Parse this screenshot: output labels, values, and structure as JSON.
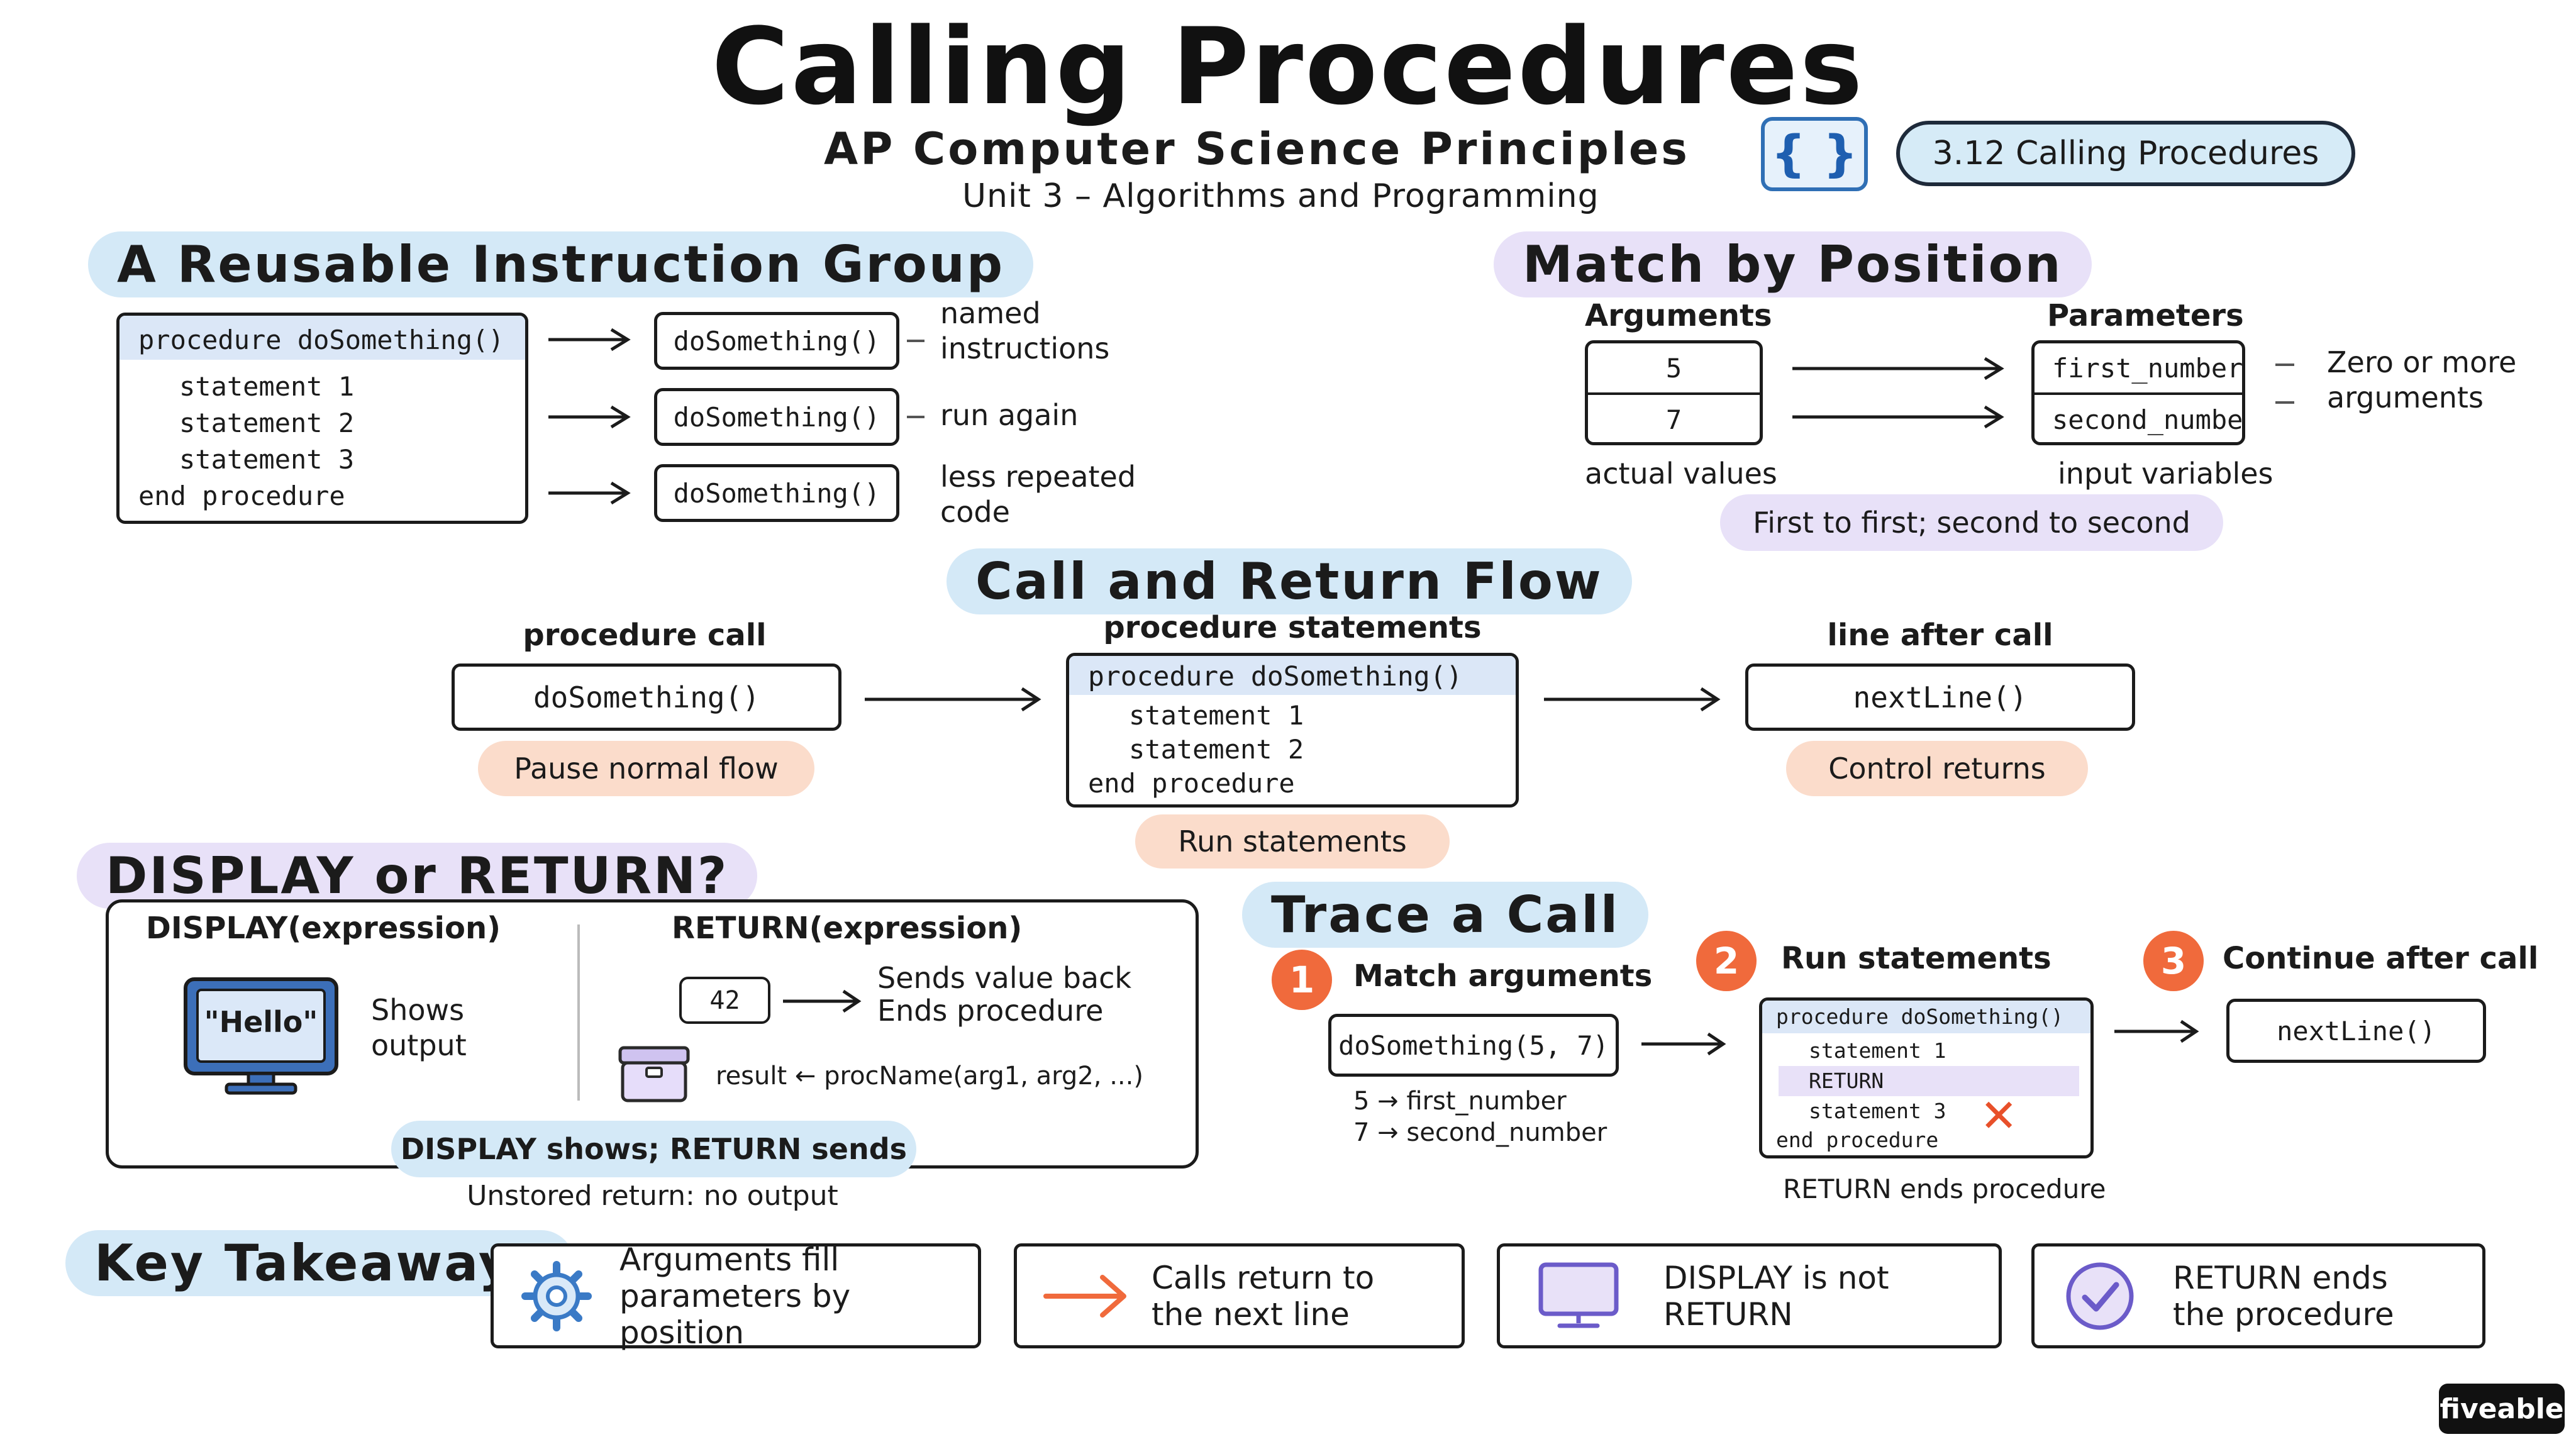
{
  "header": {
    "title": "Calling Procedures",
    "subtitle": "AP Computer Science Principles",
    "unit": "Unit 3 – Algorithms and Programming",
    "braces": "{ }",
    "topic_pill": "3.12 Calling Procedures"
  },
  "reusable": {
    "heading": "A Reusable Instruction Group",
    "proc_header": "procedure doSomething()",
    "statements": [
      "statement 1",
      "statement 2",
      "statement 3"
    ],
    "proc_end": "end procedure",
    "calls": [
      "doSomething()",
      "doSomething()",
      "doSomething()"
    ],
    "notes": [
      "named instructions",
      "run again",
      "less repeated code"
    ]
  },
  "match": {
    "heading": "Match by Position",
    "args_label": "Arguments",
    "params_label": "Parameters",
    "args": [
      "5",
      "7"
    ],
    "params": [
      "first_number",
      "second_number"
    ],
    "args_caption": "actual values",
    "params_caption": "input variables",
    "side_note": "Zero or more arguments",
    "tag": "First to first; second to second"
  },
  "flow": {
    "heading": "Call and Return Flow",
    "call_label": "procedure call",
    "call_code": "doSomething()",
    "call_tag": "Pause normal flow",
    "stmt_label": "procedure statements",
    "stmt_header": "procedure doSomething()",
    "stmt_lines": [
      "statement 1",
      "statement 2"
    ],
    "stmt_end": "end procedure",
    "stmt_tag": "Run statements",
    "after_label": "line after call",
    "after_code": "nextLine()",
    "after_tag": "Control returns"
  },
  "display_return": {
    "heading": "DISPLAY or RETURN?",
    "display_label": "DISPLAY(expression)",
    "screen_text": "\"Hello\"",
    "shows_output": "Shows output",
    "return_label": "RETURN(expression)",
    "value": "42",
    "sends_back": "Sends value back",
    "ends_proc": "Ends procedure",
    "assign": "result ← procName(arg1, arg2, ...)",
    "tag": "DISPLAY shows; RETURN sends",
    "caption": "Unstored return: no output"
  },
  "trace": {
    "heading": "Trace a Call",
    "steps": [
      {
        "num": "1",
        "label": "Match arguments"
      },
      {
        "num": "2",
        "label": "Run statements"
      },
      {
        "num": "3",
        "label": "Continue after call"
      }
    ],
    "call_code": "doSomething(5, 7)",
    "mappings": [
      "5 → first_number",
      "7 → second_number"
    ],
    "proc_header": "procedure doSomething()",
    "lines": [
      "statement 1",
      "RETURN",
      "statement 3"
    ],
    "proc_end": "end procedure",
    "cross": "✕",
    "caption": "RETURN ends procedure",
    "next_code": "nextLine()"
  },
  "takeaways": {
    "heading": "Key Takeaways",
    "cards": [
      {
        "icon": "gear-icon",
        "text": "Arguments fill parameters by position"
      },
      {
        "icon": "arrow-right-icon",
        "text": "Calls return to the next line"
      },
      {
        "icon": "monitor-icon",
        "text": "DISPLAY is not RETURN"
      },
      {
        "icon": "check-circle-icon",
        "text": "RETURN ends the procedure"
      }
    ]
  },
  "brand": "fiveable",
  "colors": {
    "accent_blue": "#d4e9f7",
    "accent_purple": "#e8e1f8",
    "accent_peach": "#fbdccb",
    "step_orange": "#f06a3c",
    "cross_red": "#e8502a"
  }
}
